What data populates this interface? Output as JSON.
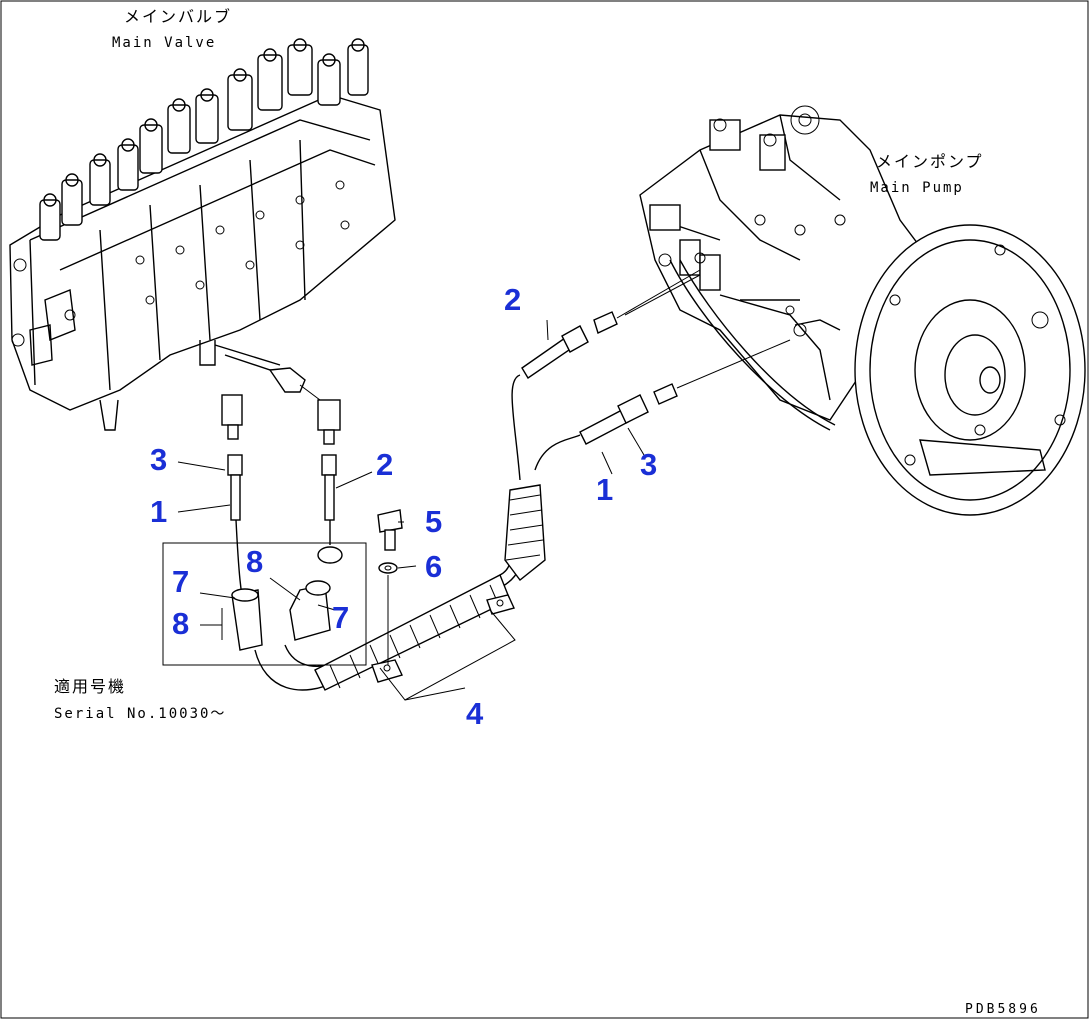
{
  "labels": {
    "main_valve_jp": "メインバルブ",
    "main_valve_en": "Main Valve",
    "main_pump_jp": "メインポンプ",
    "main_pump_en": "Main Pump",
    "serial_jp": "適用号機",
    "serial_en": "Serial No.10030～",
    "drawing_code": "PDB5896"
  },
  "callouts": [
    "3",
    "1",
    "2",
    "5",
    "6",
    "8",
    "7",
    "8",
    "7",
    "4",
    "2",
    "1",
    "3"
  ],
  "colors": {
    "callout": "#1a2fd6",
    "line": "#000000",
    "background": "#ffffff"
  }
}
